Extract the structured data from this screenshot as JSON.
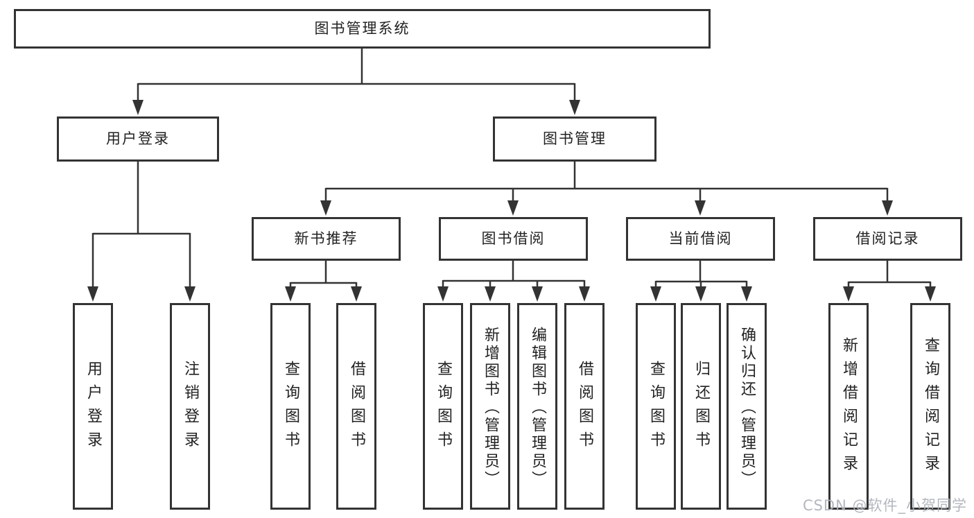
{
  "diagram": {
    "tree": {
      "label": "图书管理系统",
      "children": [
        {
          "label": "用户登录",
          "children": [
            {
              "label": "用户登录"
            },
            {
              "label": "注销登录"
            }
          ]
        },
        {
          "label": "图书管理",
          "children": [
            {
              "label": "新书推荐",
              "children": [
                {
                  "label": "查询图书"
                },
                {
                  "label": "借阅图书"
                }
              ]
            },
            {
              "label": "图书借阅",
              "children": [
                {
                  "label": "查询图书"
                },
                {
                  "label": "新增图书（管理员）"
                },
                {
                  "label": "编辑图书（管理员）"
                },
                {
                  "label": "借阅图书"
                }
              ]
            },
            {
              "label": "当前借阅",
              "children": [
                {
                  "label": "查询图书"
                },
                {
                  "label": "归还图书"
                },
                {
                  "label": "确认归还（管理员）"
                }
              ]
            },
            {
              "label": "借阅记录",
              "children": [
                {
                  "label": "新增借阅记录"
                },
                {
                  "label": "查询借阅记录"
                }
              ]
            }
          ]
        }
      ]
    },
    "colors": {
      "box_border": "#333333",
      "connector_line": "#333333",
      "text": "#222222",
      "watermark": "#afb3ba",
      "background": "#ffffff"
    }
  },
  "watermark": {
    "text": "CSDN @软件_小贺同学"
  }
}
